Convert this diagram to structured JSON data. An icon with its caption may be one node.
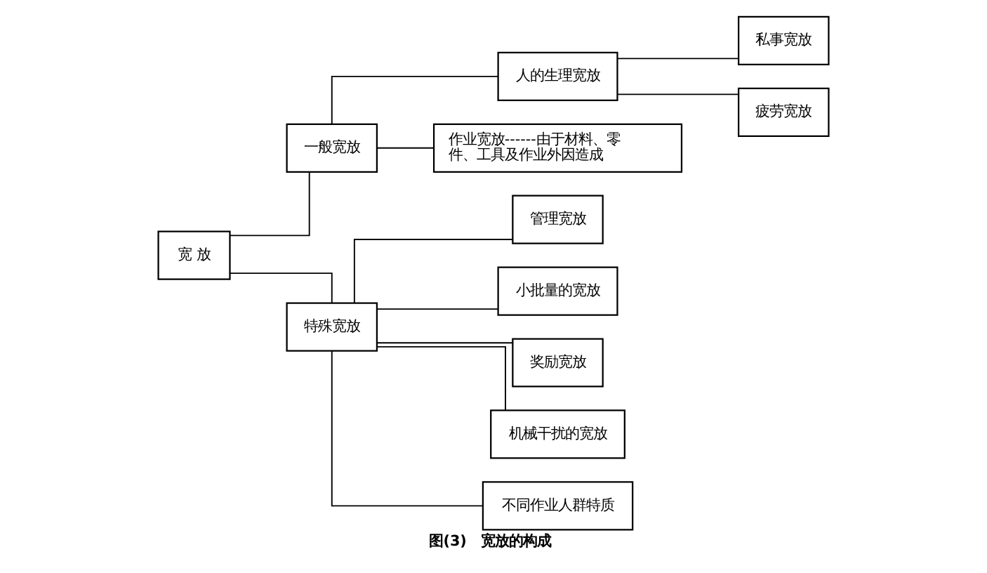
{
  "diagram": {
    "caption": "图(3)　宽放的构成",
    "nodes": [
      {
        "text": [
          "宽 放"
        ]
      },
      {
        "text": [
          "一般宽放"
        ]
      },
      {
        "text": [
          "人的生理宽放"
        ]
      },
      {
        "text": [
          "私事宽放"
        ]
      },
      {
        "text": [
          "疲劳宽放"
        ]
      },
      {
        "text": [
          "作业宽放------由于材料、零件、工具及作业外因造成"
        ]
      },
      {
        "text": [
          "特殊宽放"
        ]
      },
      {
        "text": [
          "管理宽放"
        ]
      },
      {
        "text": [
          "小批量的宽放"
        ]
      },
      {
        "text": [
          "奖励宽放"
        ]
      },
      {
        "text": [
          "机械干扰的宽放"
        ]
      },
      {
        "text": [
          "不同作业人群特质"
        ]
      }
    ],
    "edges": [
      {
        "from": 0,
        "to": 1,
        "arrow": "none"
      },
      {
        "from": 0,
        "to": 6,
        "arrow": "none"
      },
      {
        "from": 1,
        "to": 2,
        "arrow": "none"
      },
      {
        "from": 1,
        "to": 5,
        "arrow": "none"
      },
      {
        "from": 2,
        "to": 3,
        "arrow": "none"
      },
      {
        "from": 2,
        "to": 4,
        "arrow": "none"
      },
      {
        "from": 6,
        "to": 7,
        "arrow": "none"
      },
      {
        "from": 6,
        "to": 8,
        "arrow": "none"
      },
      {
        "from": 6,
        "to": 9,
        "arrow": "none"
      },
      {
        "from": 6,
        "to": 10,
        "arrow": "none"
      },
      {
        "from": 6,
        "to": 11,
        "arrow": "none"
      }
    ]
  }
}
